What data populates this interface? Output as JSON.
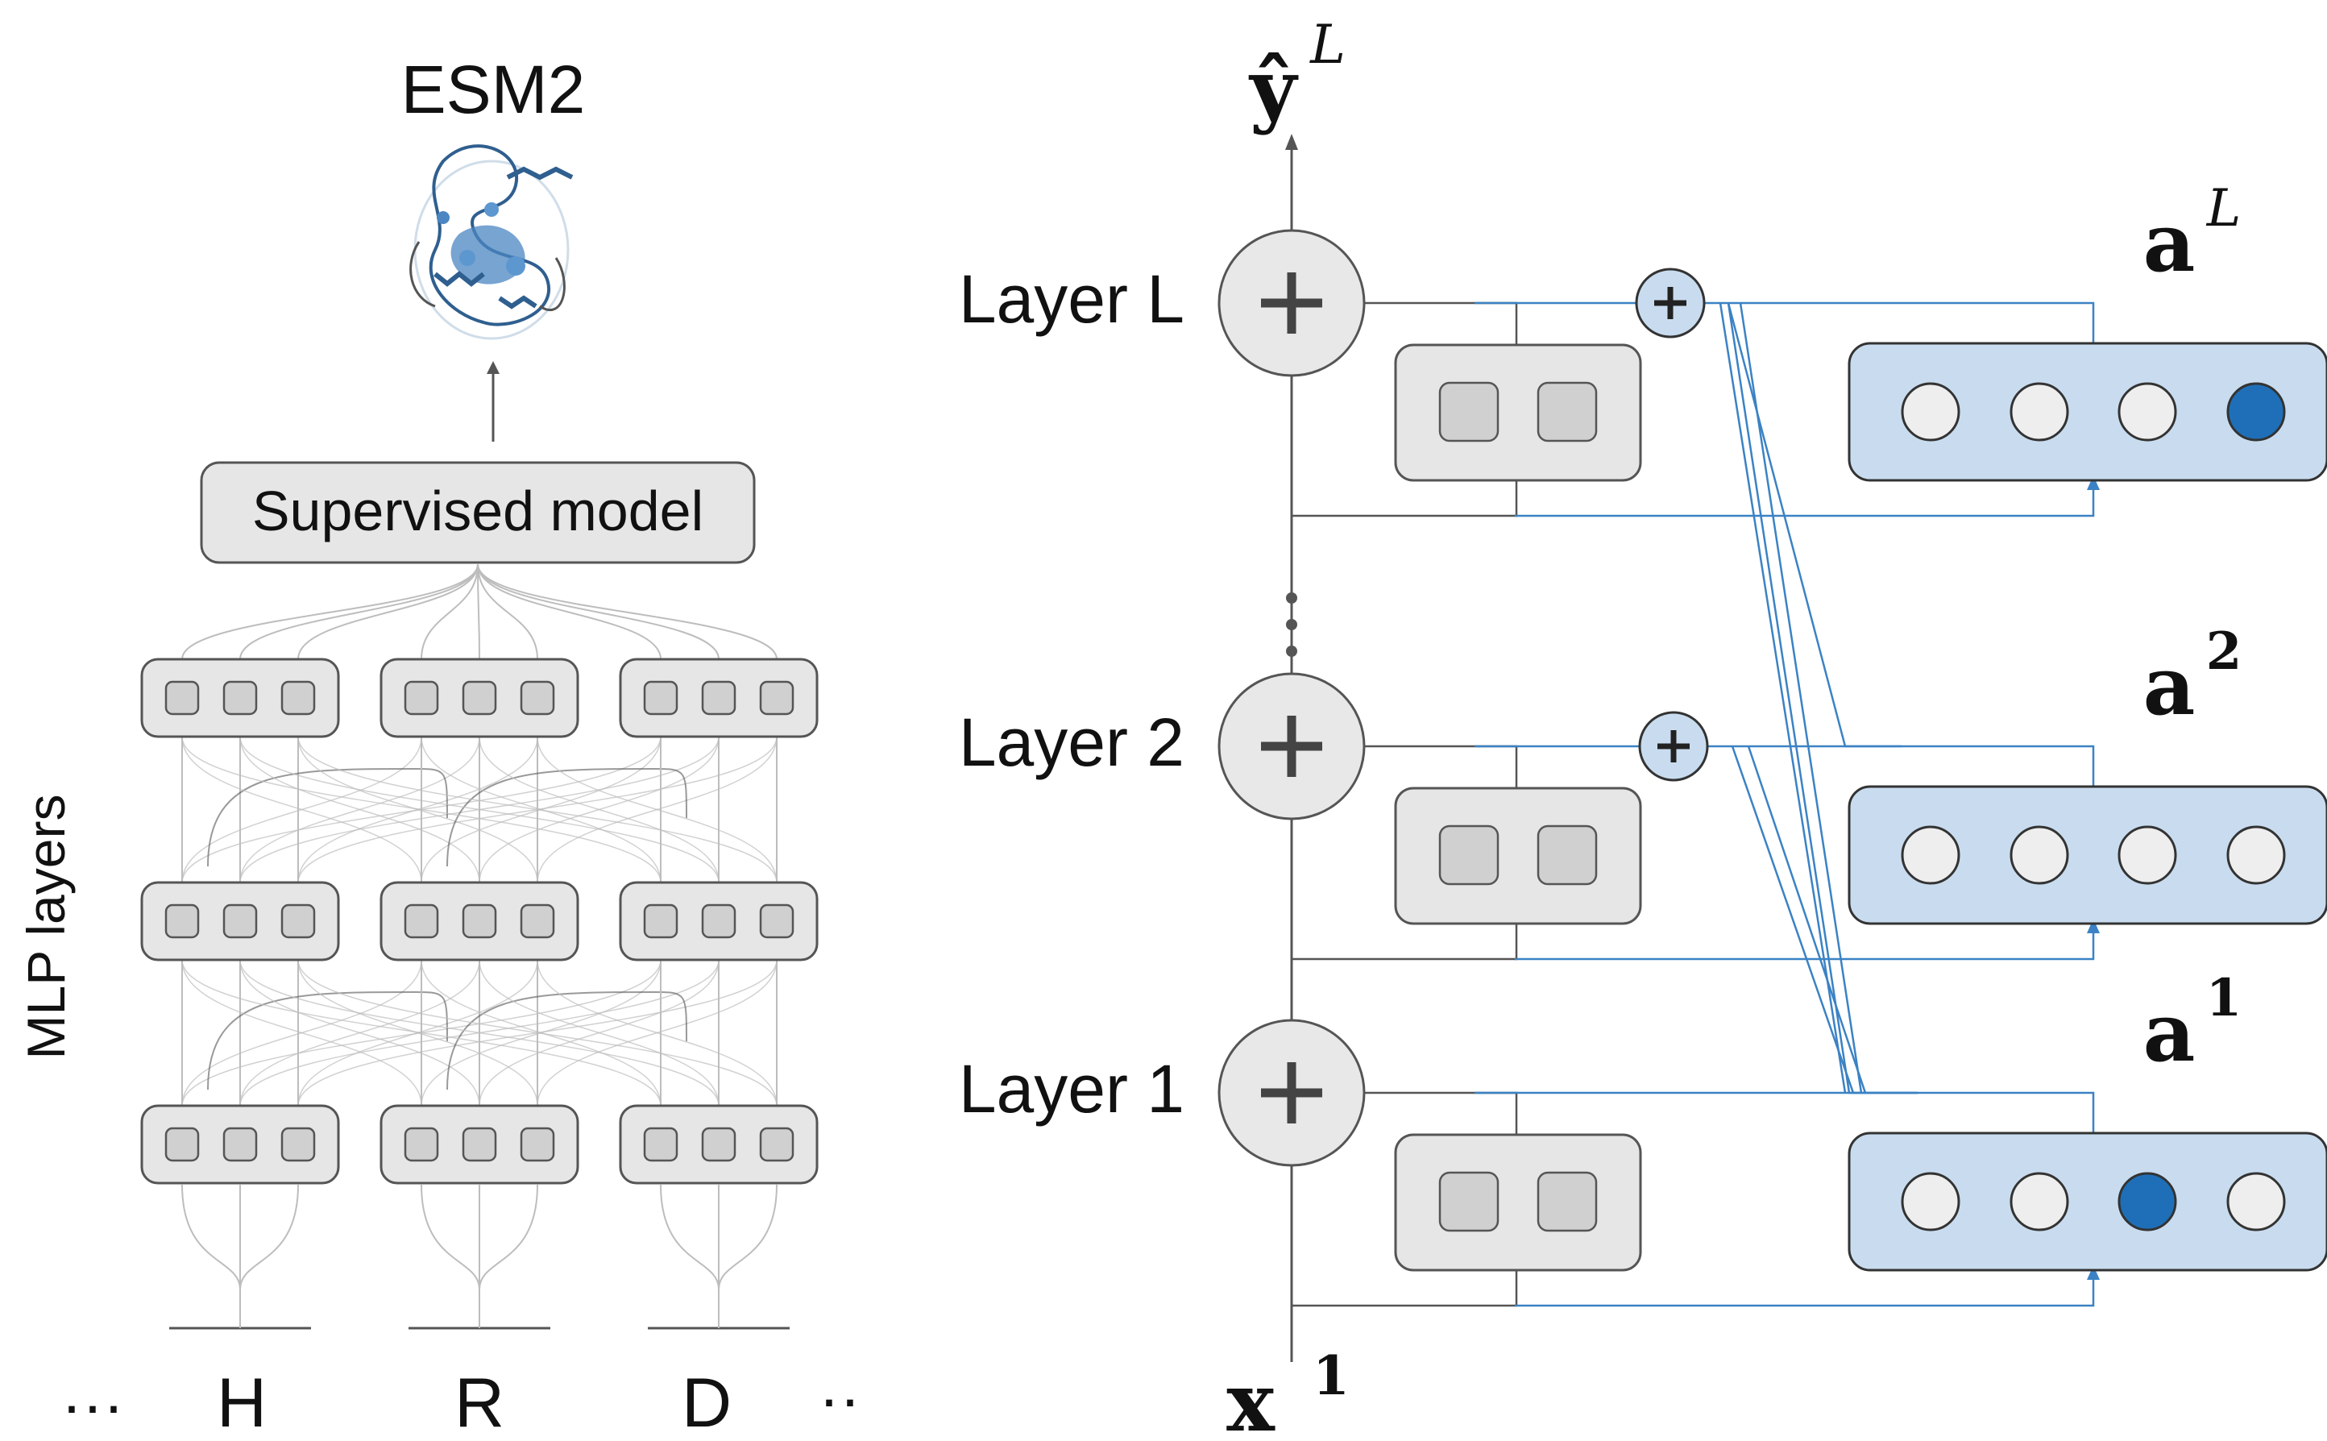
{
  "left": {
    "title": "ESM2",
    "supervised_model": "Supervised model",
    "mlp_axis_label": "MLP layers",
    "residues": [
      "H",
      "R",
      "D"
    ],
    "ellipsis_left": "···",
    "ellipsis_right": "··"
  },
  "right": {
    "output": {
      "base": "ŷ",
      "sup": "L"
    },
    "input": {
      "base": "x",
      "sup": "1"
    },
    "layers": [
      {
        "label": "Layer L",
        "act_base": "a",
        "act_sup": "L",
        "active_unit": 3
      },
      {
        "label": "Layer 2",
        "act_base": "a",
        "act_sup": "2",
        "active_unit": null
      },
      {
        "label": "Layer 1",
        "act_base": "a",
        "act_sup": "1",
        "active_unit": 2
      }
    ],
    "plus_symbol": "+"
  },
  "colors": {
    "blue_line": "#3b82c4",
    "blue_fill": "#c9dcef",
    "blue_active": "#1f6fb8",
    "gray_box": "#e6e6e6",
    "gray_node": "#d0d0d0",
    "gray_line": "#bdbdbd",
    "dark_line": "#555555"
  }
}
